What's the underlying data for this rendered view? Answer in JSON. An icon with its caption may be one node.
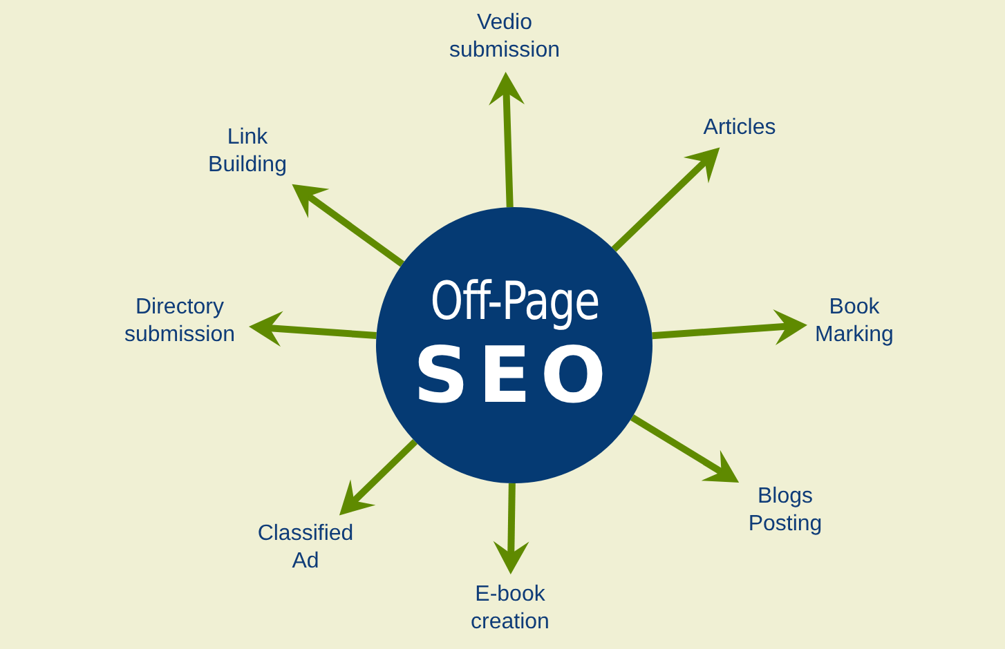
{
  "diagram": {
    "nodes": [
      {
        "text": [
          "Off-Page",
          "SEO"
        ]
      },
      {
        "text": [
          "Vedio submission"
        ]
      },
      {
        "text": [
          "Articles"
        ]
      },
      {
        "text": [
          "Book Marking"
        ]
      },
      {
        "text": [
          "Blogs Posting"
        ]
      },
      {
        "text": [
          "E-book creation"
        ]
      },
      {
        "text": [
          "Classified Ad"
        ]
      },
      {
        "text": [
          "Directory submission"
        ]
      },
      {
        "text": [
          "Link Building"
        ]
      }
    ],
    "edges": [
      {
        "from": 0,
        "to": 1,
        "arrow": "to"
      },
      {
        "from": 0,
        "to": 2,
        "arrow": "to"
      },
      {
        "from": 0,
        "to": 3,
        "arrow": "to"
      },
      {
        "from": 0,
        "to": 4,
        "arrow": "to"
      },
      {
        "from": 0,
        "to": 5,
        "arrow": "to"
      },
      {
        "from": 0,
        "to": 6,
        "arrow": "to"
      },
      {
        "from": 0,
        "to": 7,
        "arrow": "to"
      },
      {
        "from": 0,
        "to": 8,
        "arrow": "to"
      }
    ]
  }
}
